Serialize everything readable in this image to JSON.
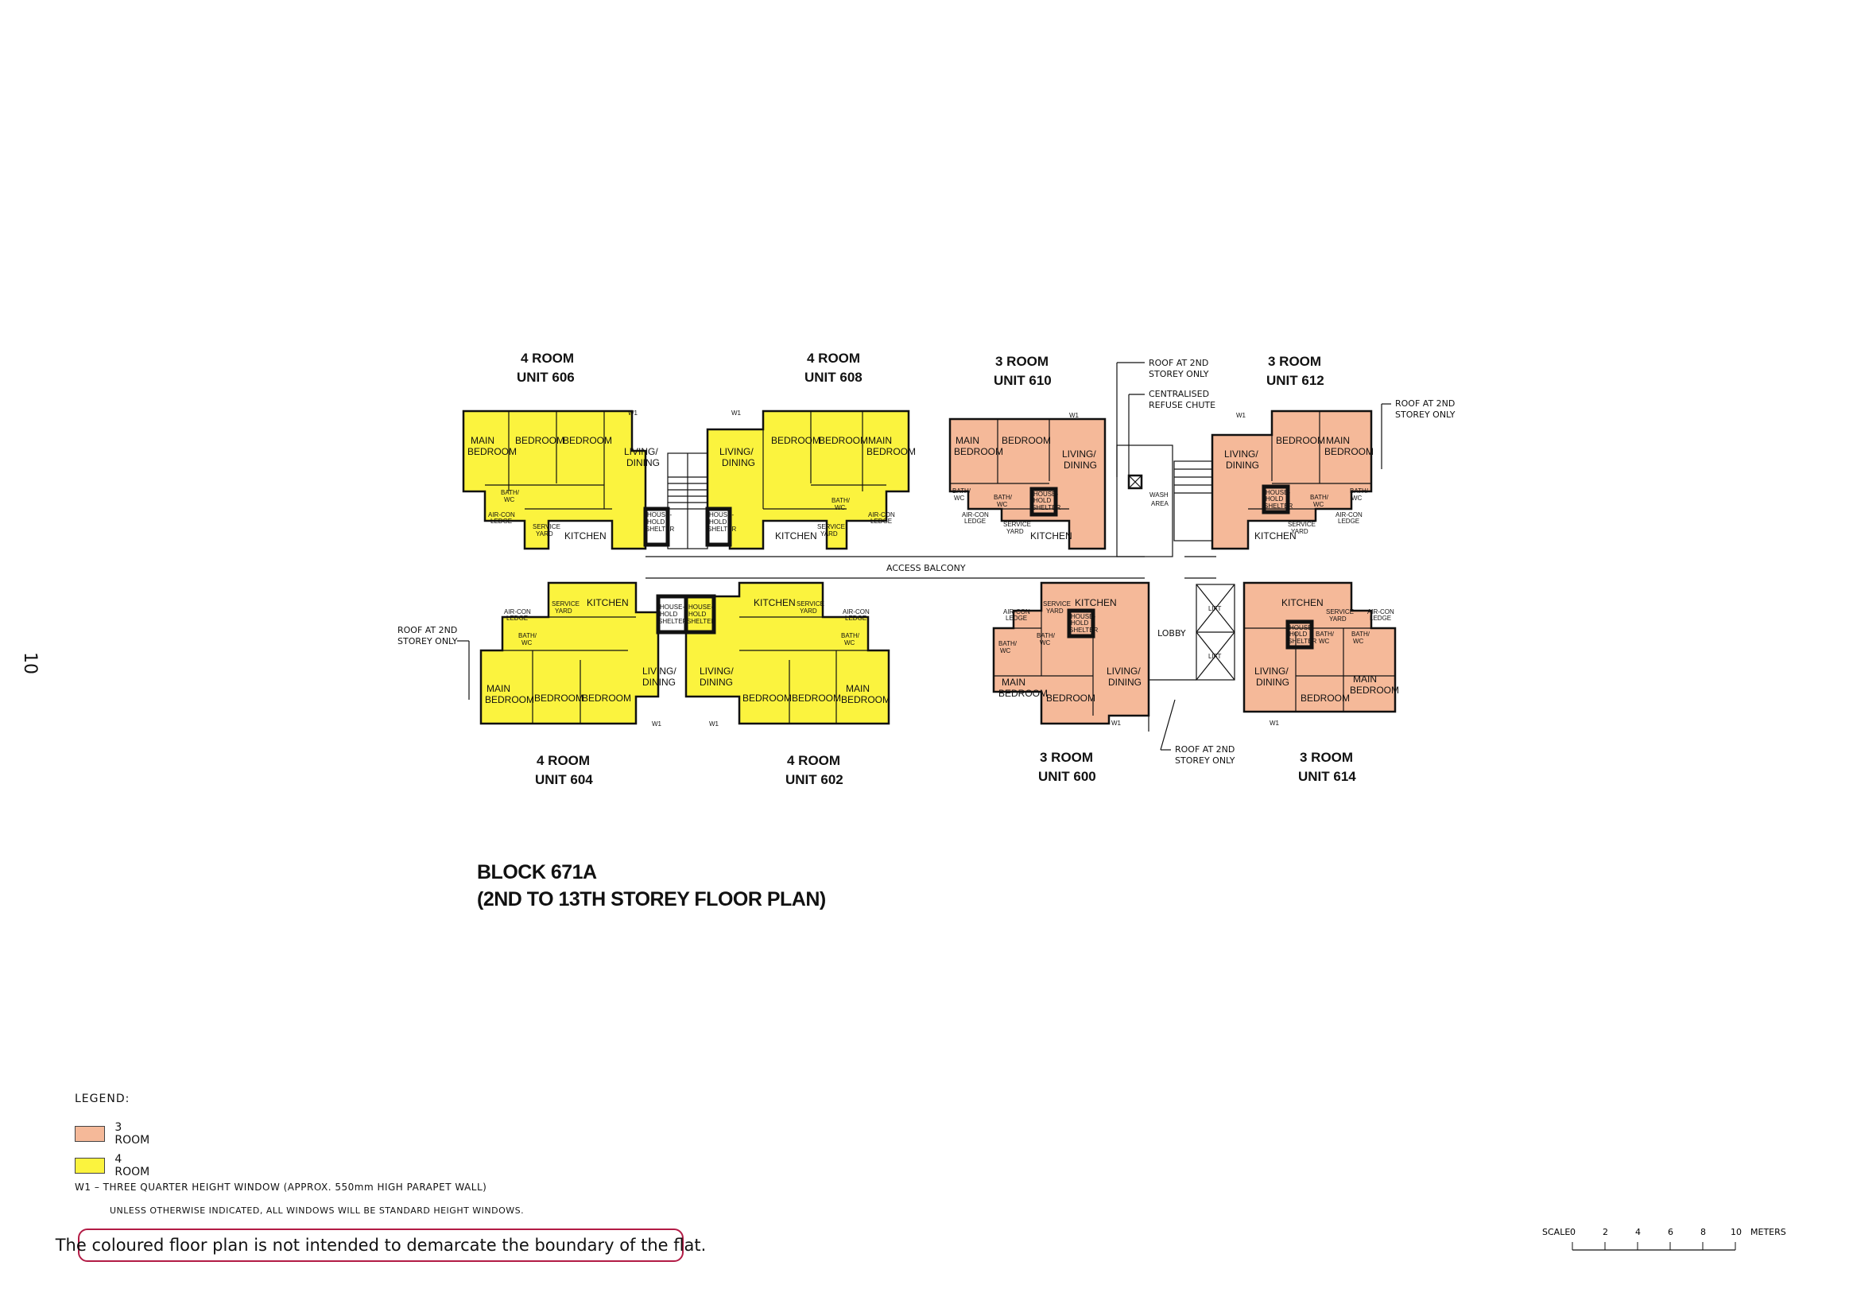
{
  "page_number": "10",
  "colors": {
    "three_room": "#f5b999",
    "four_room": "#fbf33e",
    "wall": "#111111",
    "disclaimer_border": "#b21b45"
  },
  "units": [
    {
      "type": "4 ROOM",
      "unit": "UNIT 606"
    },
    {
      "type": "4 ROOM",
      "unit": "UNIT 608"
    },
    {
      "type": "3 ROOM",
      "unit": "UNIT 610"
    },
    {
      "type": "3 ROOM",
      "unit": "UNIT 612"
    },
    {
      "type": "4 ROOM",
      "unit": "UNIT 604"
    },
    {
      "type": "4 ROOM",
      "unit": "UNIT 602"
    },
    {
      "type": "3 ROOM",
      "unit": "UNIT 600"
    },
    {
      "type": "3 ROOM",
      "unit": "UNIT 614"
    }
  ],
  "room_labels": {
    "main_bedroom_1": "MAIN",
    "main_bedroom_2": "BEDROOM",
    "bedroom": "BEDROOM",
    "living_1": "LIVING/",
    "living_2": "DINING",
    "kitchen": "KITCHEN",
    "bath_1": "BATH/",
    "bath_2": "WC",
    "aircon_1": "AIR-CON",
    "aircon_2": "LEDGE",
    "service_1": "SERVICE",
    "service_2": "YARD",
    "shelter_1": "HOUSE-",
    "shelter_2": "HOLD",
    "shelter_3": "SHELTER",
    "window": "W1"
  },
  "core_labels": {
    "access_balcony": "ACCESS BALCONY",
    "lobby": "LOBBY",
    "lift": "LIFT",
    "wash_area_1": "WASH",
    "wash_area_2": "AREA",
    "refuse_chute_1": "CENTRALISED",
    "refuse_chute_2": "REFUSE CHUTE",
    "roof_1": "ROOF AT 2ND",
    "roof_2": "STOREY ONLY"
  },
  "block_title": {
    "line1": "BLOCK 671A",
    "line2": "(2ND TO 13TH STOREY FLOOR PLAN)"
  },
  "legend": {
    "title": "LEGEND:",
    "items": [
      {
        "label": "3 ROOM",
        "color": "#f5b999"
      },
      {
        "label": "4 ROOM",
        "color": "#fbf33e"
      }
    ],
    "note_w1": "W1 – THREE QUARTER HEIGHT WINDOW (APPROX. 550mm HIGH PARAPET WALL)",
    "note_windows": "UNLESS OTHERWISE INDICATED, ALL WINDOWS WILL BE STANDARD HEIGHT WINDOWS."
  },
  "disclaimer": "The coloured floor plan is not intended to demarcate the boundary of the flat.",
  "scale": {
    "label": "SCALE",
    "ticks": [
      "0",
      "2",
      "4",
      "6",
      "8",
      "10"
    ],
    "unit": "METERS"
  }
}
